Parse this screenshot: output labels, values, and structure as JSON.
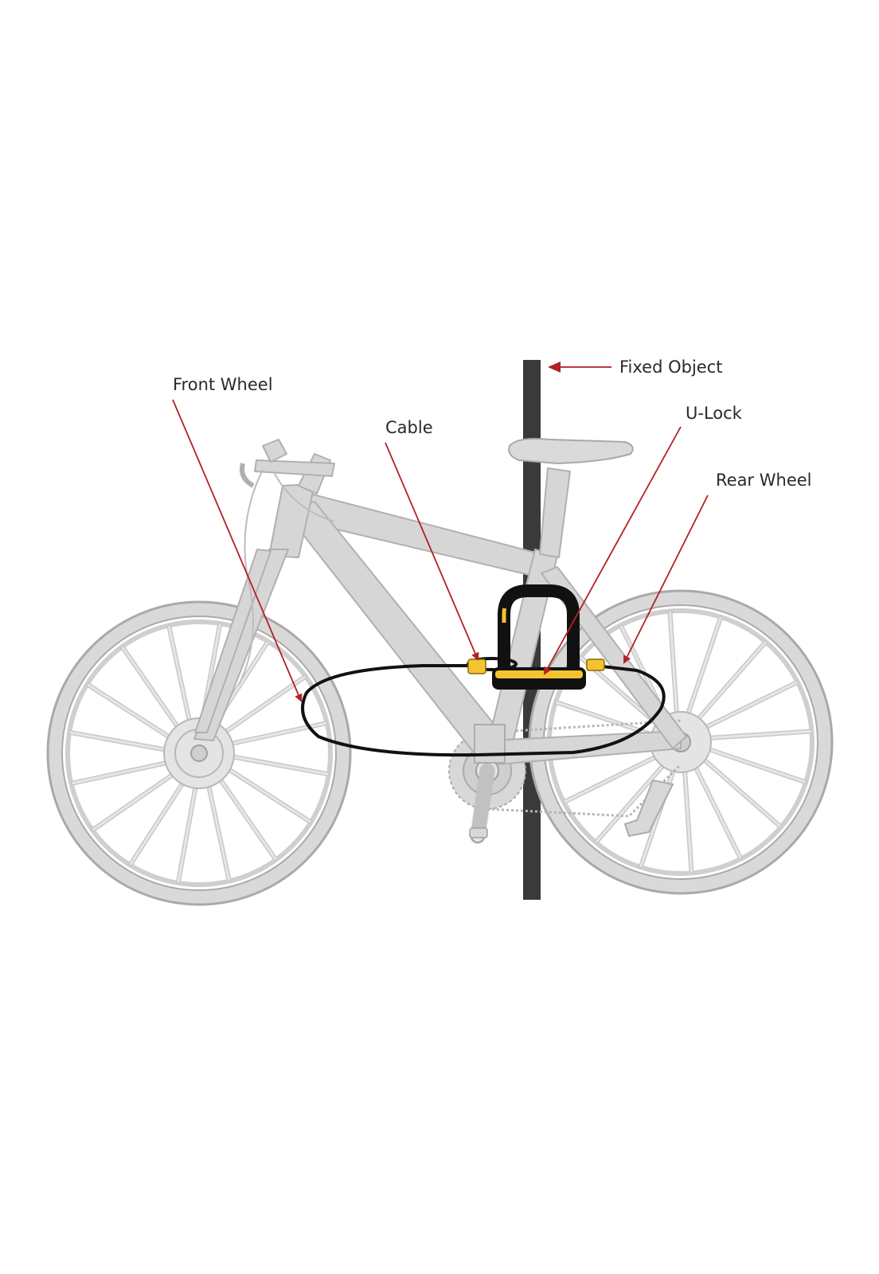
{
  "labels": {
    "fixed_object": "Fixed Object",
    "front_wheel": "Front Wheel",
    "cable": "Cable",
    "u_lock": "U-Lock",
    "rear_wheel": "Rear Wheel"
  },
  "colors": {
    "pointer": "#b32025",
    "pole": "#3a3a3a",
    "bike": "#d6d6d6",
    "lock_accent": "#f4c430",
    "cable": "#111111"
  }
}
